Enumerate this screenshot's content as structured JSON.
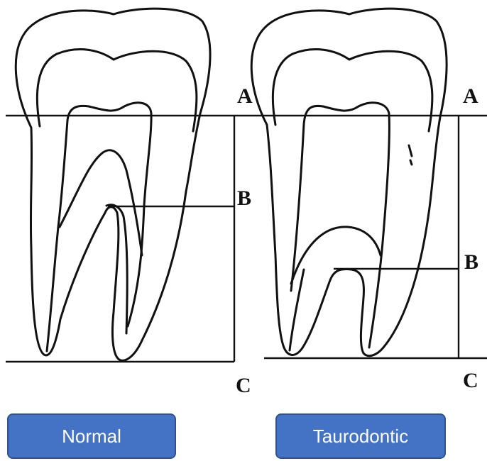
{
  "labels": {
    "normal": {
      "a": "A",
      "b": "B",
      "c": "C"
    },
    "taurodontic": {
      "a": "A",
      "b": "B",
      "c": "C"
    }
  },
  "captions": {
    "normal": "Normal",
    "taurodontic": "Taurodontic"
  },
  "colors": {
    "line": "#111111",
    "caption_fill": "#4472c4",
    "caption_border": "#2f528f",
    "caption_text": "#ffffff"
  }
}
